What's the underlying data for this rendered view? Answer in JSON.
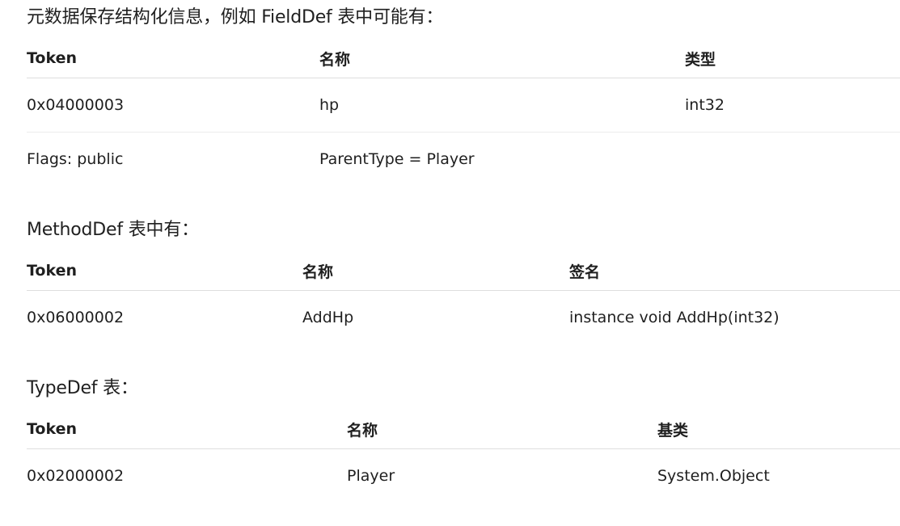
{
  "intro_text": "元数据保存结构化信息，例如 FieldDef 表中可能有：",
  "field_table": {
    "headers": [
      "Token",
      "名称",
      "类型"
    ],
    "rows": [
      [
        "0x04000003",
        "hp",
        "int32"
      ],
      [
        "Flags: public",
        "ParentType = Player",
        ""
      ]
    ]
  },
  "method_text": "MethodDef 表中有：",
  "method_table": {
    "headers": [
      "Token",
      "名称",
      "签名"
    ],
    "rows": [
      [
        "0x06000002",
        "AddHp",
        "instance void AddHp(int32)"
      ]
    ]
  },
  "type_text": "TypeDef 表：",
  "type_table": {
    "headers": [
      "Token",
      "名称",
      "基类"
    ],
    "rows": [
      [
        "0x02000002",
        "Player",
        "System.Object"
      ]
    ]
  }
}
